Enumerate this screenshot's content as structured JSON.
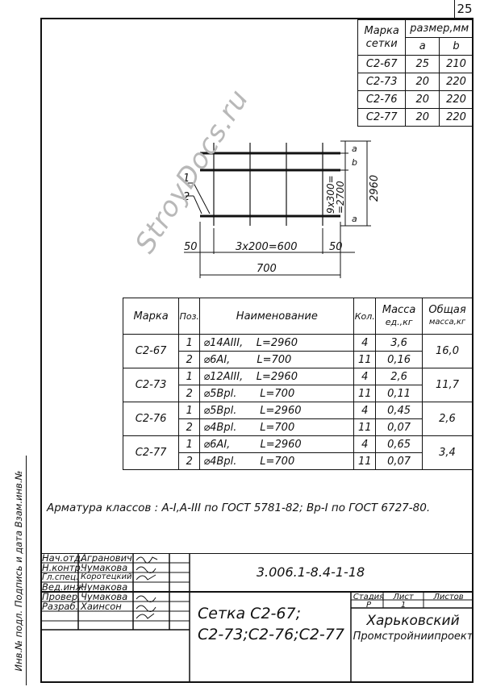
{
  "page_number": "25",
  "sizes_table": {
    "header_mark_line1": "Марка",
    "header_mark_line2": "сетки",
    "header_size": "размер,мм",
    "header_a": "a",
    "header_b": "b",
    "rows": [
      {
        "mark": "С2-67",
        "a": "25",
        "b": "210"
      },
      {
        "mark": "С2-73",
        "a": "20",
        "b": "220"
      },
      {
        "mark": "С2-76",
        "a": "20",
        "b": "220"
      },
      {
        "mark": "С2-77",
        "a": "20",
        "b": "220"
      }
    ]
  },
  "drawing": {
    "pos1": "1",
    "pos2": "2",
    "dim_left": "50",
    "dim_middle": "3x200=600",
    "dim_right": "50",
    "dim_total": "700",
    "dim_vertical_line1": "9x300=",
    "dim_vertical_line2": "=2700",
    "dim_height": "2960",
    "label_a": "a",
    "label_b": "b"
  },
  "spec_table": {
    "headers": {
      "mark": "Марка",
      "pos": "Поз.",
      "name": "Наименование",
      "qty": "Кол.",
      "mass_unit_line1": "Масса",
      "mass_unit_line2": "ед.,кг",
      "mass_total_line1": "Общая",
      "mass_total_line2": "масса,кг"
    },
    "groups": [
      {
        "mark": "С2-67",
        "total": "16,0",
        "rows": [
          {
            "pos": "1",
            "name": "⌀14AIII,    L=2960",
            "qty": "4",
            "mass": "3,6"
          },
          {
            "pos": "2",
            "name": "⌀6AI,        L=700",
            "qty": "11",
            "mass": "0,16"
          }
        ]
      },
      {
        "mark": "С2-73",
        "total": "11,7",
        "rows": [
          {
            "pos": "1",
            "name": "⌀12AIII,    L=2960",
            "qty": "4",
            "mass": "2,6"
          },
          {
            "pos": "2",
            "name": "⌀5Bpl.       L=700",
            "qty": "11",
            "mass": "0,11"
          }
        ]
      },
      {
        "mark": "С2-76",
        "total": "2,6",
        "rows": [
          {
            "pos": "1",
            "name": "⌀5Bpl.       L=2960",
            "qty": "4",
            "mass": "0,45"
          },
          {
            "pos": "2",
            "name": "⌀4Bpl.       L=700",
            "qty": "11",
            "mass": "0,07"
          }
        ]
      },
      {
        "mark": "С2-77",
        "total": "3,4",
        "rows": [
          {
            "pos": "1",
            "name": "⌀6AI,         L=2960",
            "qty": "4",
            "mass": "0,65"
          },
          {
            "pos": "2",
            "name": "⌀4Bpl.       L=700",
            "qty": "11",
            "mass": "0,07"
          }
        ]
      }
    ]
  },
  "note": "Арматура классов : A-I,A-III по ГОСТ 5781-82; Bp-I по ГОСТ 6727-80.",
  "side_label": "Инв.№ подл. Подпись и дата Взам.инв.№",
  "title_block": {
    "roles": [
      "Нач.отд.",
      "Н.контр.",
      "Гл.спец.",
      "Вед.инж.",
      "Провер.",
      "Разраб."
    ],
    "names": [
      "Агранович",
      "Чумакова",
      "Коротецкий",
      "Чумакова",
      "Чумакова",
      "Хаинсон"
    ],
    "doc_number": "3.006.1-8.4-1-18",
    "title_line1": "Сетка  С2-67;",
    "title_line2": "С2-73;С2-76;С2-77",
    "stage_label": "Стадия",
    "sheet_label": "Лист",
    "sheets_label": "Листов",
    "stage_value": "Р",
    "sheet_value": "1",
    "org_line1": "Харьковский",
    "org_line2": "Промстройниипроект"
  },
  "watermark": "StroyDocs.ru"
}
